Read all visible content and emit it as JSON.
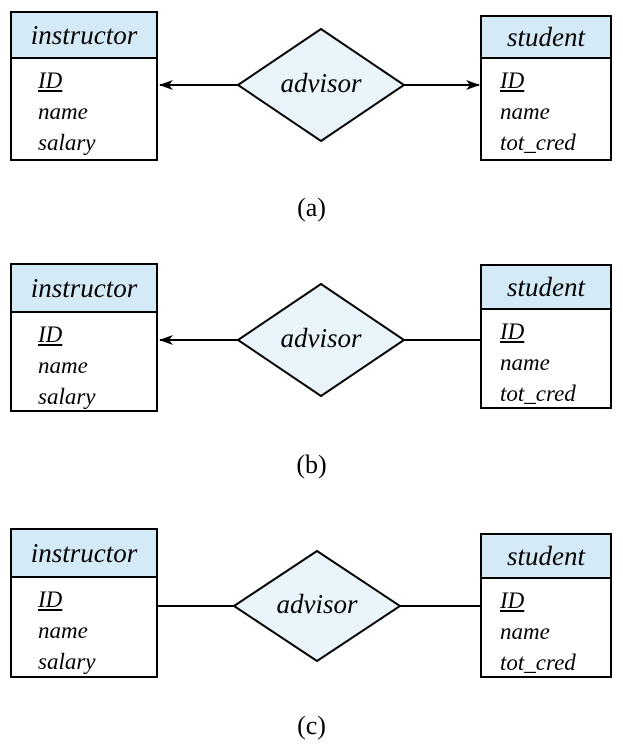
{
  "diagrams": [
    {
      "caption": "(a)",
      "left_entity": {
        "name": "instructor",
        "attributes": [
          "ID",
          "name",
          "salary"
        ],
        "key": "ID"
      },
      "right_entity": {
        "name": "student",
        "attributes": [
          "ID",
          "name",
          "tot_cred"
        ],
        "key": "ID"
      },
      "relationship": "advisor",
      "left_arrow": true,
      "right_arrow": true
    },
    {
      "caption": "(b)",
      "left_entity": {
        "name": "instructor",
        "attributes": [
          "ID",
          "name",
          "salary"
        ],
        "key": "ID"
      },
      "right_entity": {
        "name": "student",
        "attributes": [
          "ID",
          "name",
          "tot_cred"
        ],
        "key": "ID"
      },
      "relationship": "advisor",
      "left_arrow": true,
      "right_arrow": false
    },
    {
      "caption": "(c)",
      "left_entity": {
        "name": "instructor",
        "attributes": [
          "ID",
          "name",
          "salary"
        ],
        "key": "ID"
      },
      "right_entity": {
        "name": "student",
        "attributes": [
          "ID",
          "name",
          "tot_cred"
        ],
        "key": "ID"
      },
      "relationship": "advisor",
      "left_arrow": false,
      "right_arrow": false
    }
  ],
  "colors": {
    "entity_header": "#d4eaf7",
    "relationship_fill": "#eaf4fb",
    "stroke": "#000000"
  }
}
